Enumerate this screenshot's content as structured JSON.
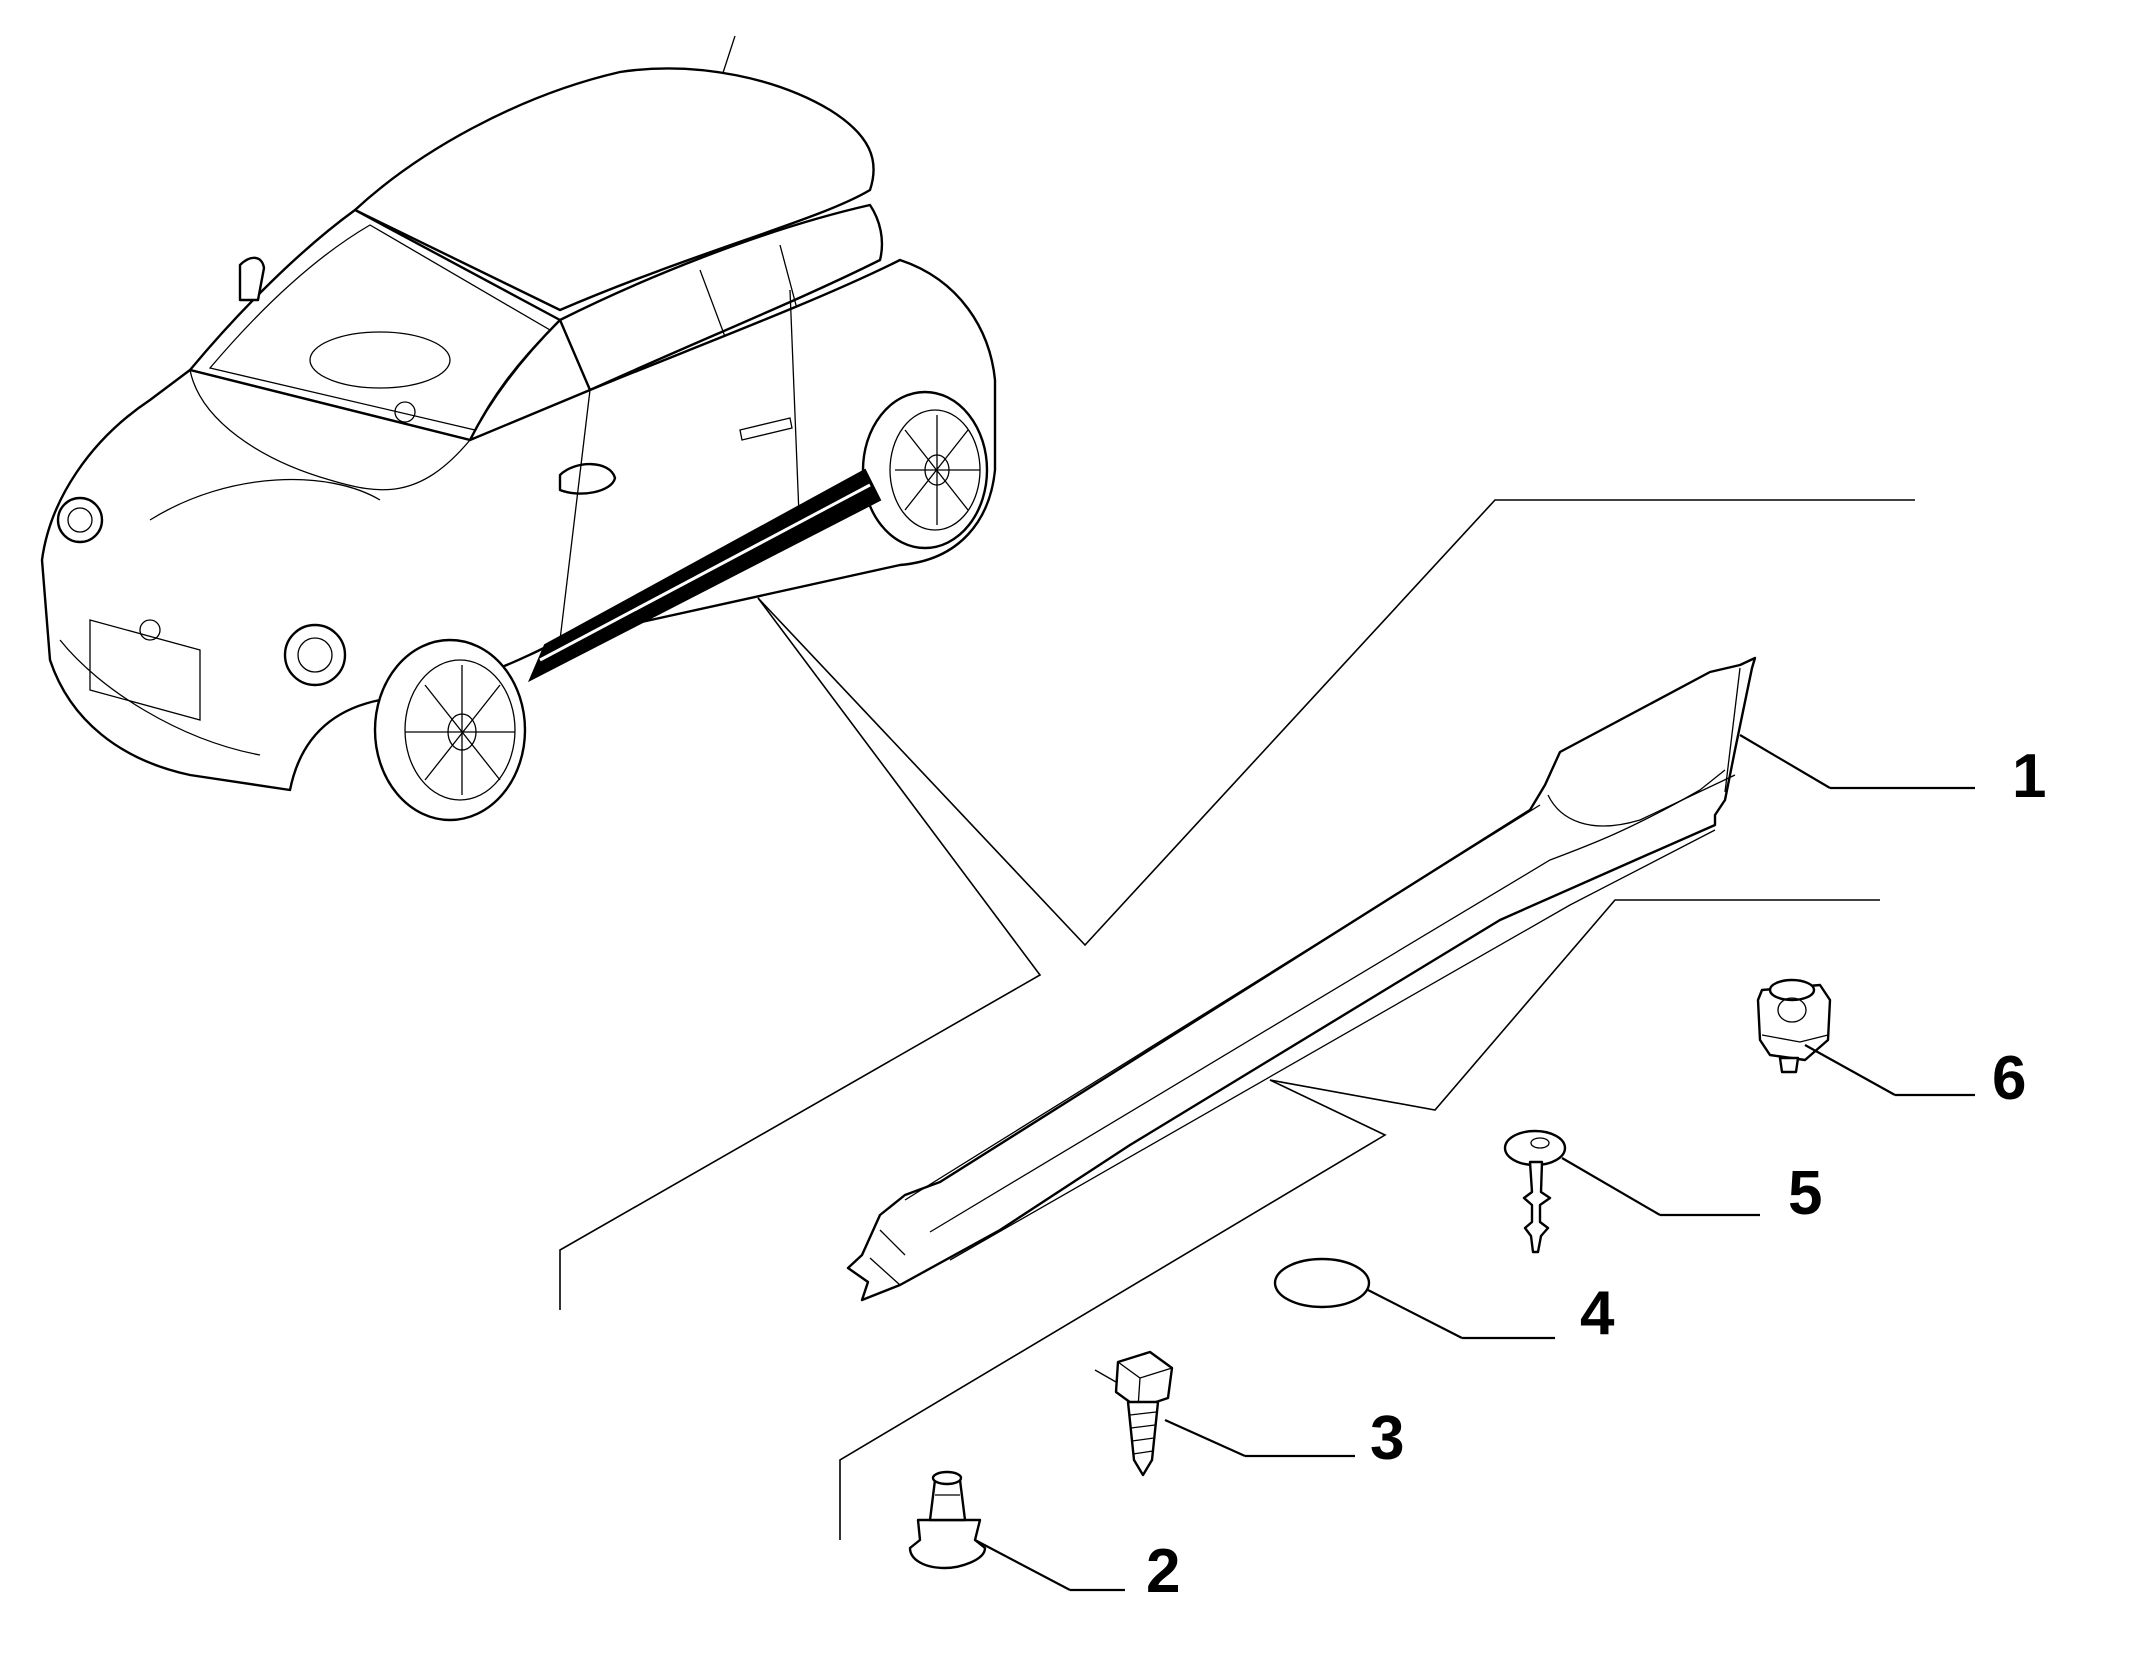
{
  "diagram": {
    "callouts": [
      {
        "id": "part-1",
        "number": "1"
      },
      {
        "id": "part-2",
        "number": "2"
      },
      {
        "id": "part-3",
        "number": "3"
      },
      {
        "id": "part-4",
        "number": "4"
      },
      {
        "id": "part-5",
        "number": "5"
      },
      {
        "id": "part-6",
        "number": "6"
      }
    ]
  }
}
